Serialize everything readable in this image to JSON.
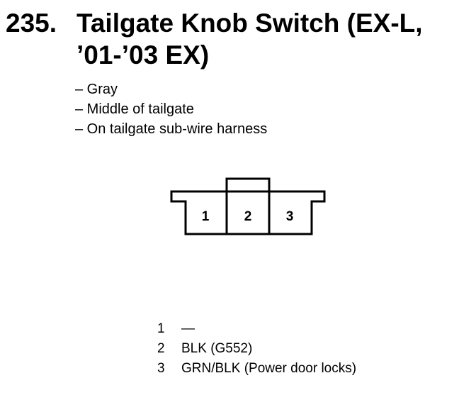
{
  "title": {
    "number": "235.",
    "line1": "Tailgate Knob Switch (EX-L,",
    "line2": "’01-’03 EX)"
  },
  "details": [
    "– Gray",
    "– Middle of tailgate",
    "– On tailgate sub-wire harness"
  ],
  "connector": {
    "pins": [
      "1",
      "2",
      "3"
    ]
  },
  "pin_list": [
    {
      "num": "1",
      "desc": "—"
    },
    {
      "num": "2",
      "desc": "BLK (G552)"
    },
    {
      "num": "3",
      "desc": "GRN/BLK (Power door locks)"
    }
  ]
}
